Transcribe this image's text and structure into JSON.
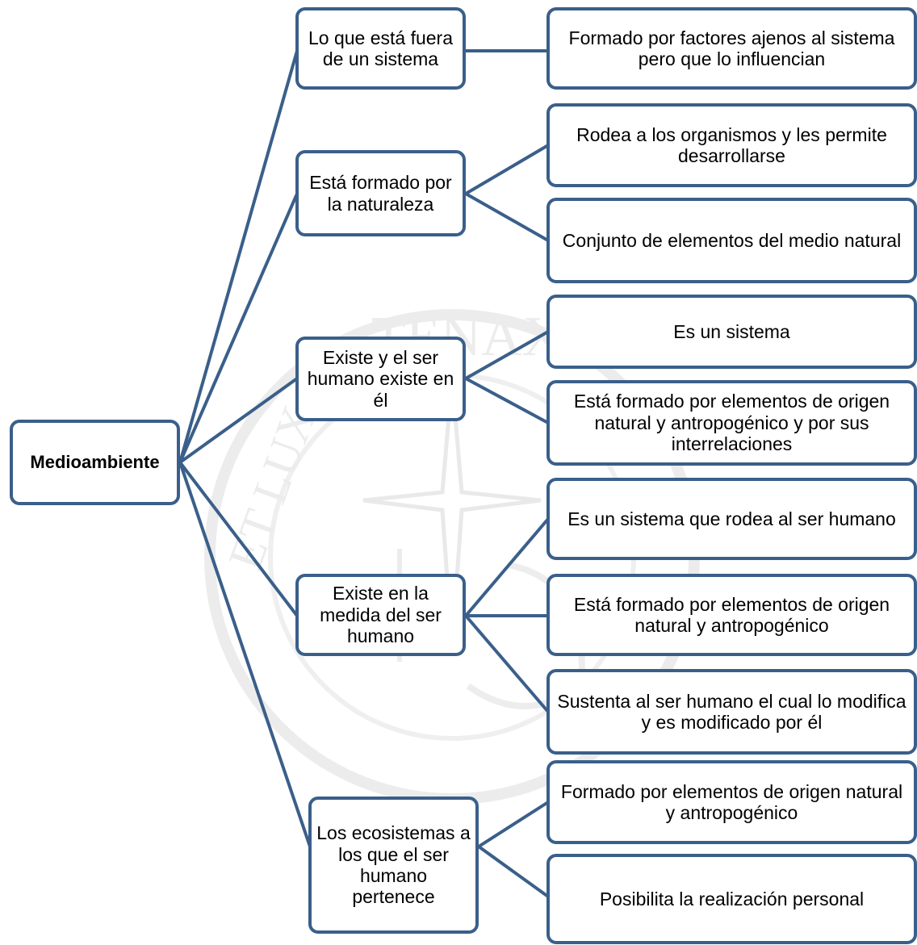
{
  "colors": {
    "border": "#3a5f8a",
    "connector": "#3a5f8a",
    "watermark": "#ececec"
  },
  "watermark": {
    "top_text": "TENAX",
    "side_text": "ET LUX"
  },
  "root": {
    "label": "Medioambiente"
  },
  "branches": [
    {
      "label": "Lo que está fuera de un sistema",
      "leaves": [
        "Formado por factores ajenos al sistema pero que lo influencian"
      ]
    },
    {
      "label": "Está formado por la naturaleza",
      "leaves": [
        "Rodea a los organismos y les permite desarrollarse",
        "Conjunto de elementos del medio natural"
      ]
    },
    {
      "label": "Existe y el ser humano existe en él",
      "leaves": [
        "Es un sistema",
        "Está formado por elementos de origen natural y antropogénico y por sus  interrelaciones"
      ]
    },
    {
      "label": "Existe en la medida del ser humano",
      "leaves": [
        "Es un sistema que rodea al ser humano",
        "Está formado por elementos de origen natural y antropogénico",
        "Sustenta al ser humano el cual lo modifica y es modificado por él"
      ]
    },
    {
      "label": "Los ecosistemas  a los que el ser humano pertenece",
      "leaves": [
        "Formado por elementos de origen natural y antropogénico",
        "Posibilita  la realización personal"
      ]
    }
  ]
}
